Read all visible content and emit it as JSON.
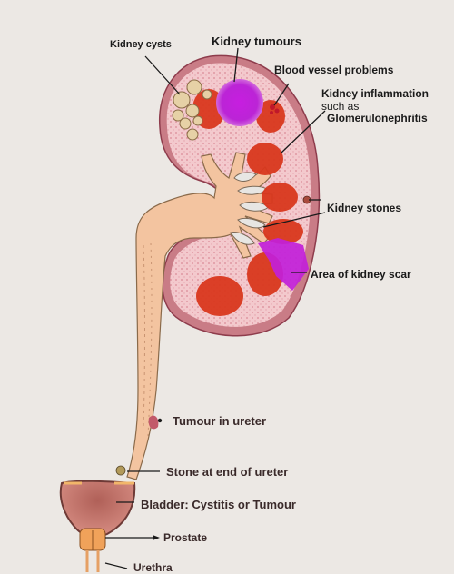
{
  "labels": {
    "kidney_cysts": "Kidney cysts",
    "kidney_tumours": "Kidney tumours",
    "blood_vessel_problems": "Blood vessel problems",
    "inflammation_line1": "Kidney inflammation",
    "inflammation_line2": "such as",
    "inflammation_line3": "Glomerulonephritis",
    "kidney_stones": "Kidney stones",
    "kidney_scar": "Area of kidney scar",
    "tumour_ureter": "Tumour in  ureter",
    "stone_ureter": "Stone at end of ureter",
    "bladder": "Bladder:  Cystitis or Tumour",
    "prostate": "Prostate",
    "urethra": "Urethra"
  },
  "colors": {
    "background": "#ece8e4",
    "kidney_tissue": "#f2c6c9",
    "lesion": "#d9381e",
    "tumour": "#c21fd9",
    "pelvis": "#f4c8a4",
    "bladder": "#c97a72",
    "prostate": "#f0a25a"
  }
}
